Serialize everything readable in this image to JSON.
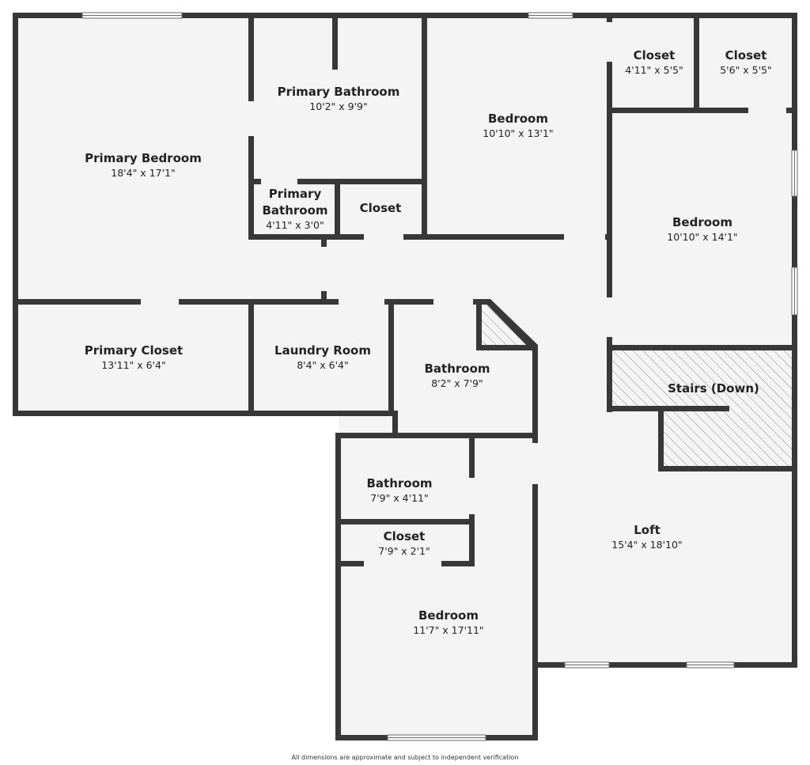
{
  "colors": {
    "wall": "#383838",
    "floor": "#f4f4f4",
    "hatch": "#8a8a8a",
    "text": "#222222"
  },
  "rooms": {
    "primary_bedroom": {
      "name": "Primary Bedroom",
      "dims": "18'4\" x 17'1\""
    },
    "primary_bathroom": {
      "name": "Primary Bathroom",
      "dims": "10'2\" x 9'9\""
    },
    "primary_bathroom_small": {
      "name_line1": "Primary",
      "name_line2": "Bathroom",
      "dims": "4'11\" x 3'0\""
    },
    "closet_pb": {
      "name": "Closet"
    },
    "bedroom_top": {
      "name": "Bedroom",
      "dims": "10'10\" x 13'1\""
    },
    "closet_1": {
      "name": "Closet",
      "dims": "4'11\" x 5'5\""
    },
    "closet_2": {
      "name": "Closet",
      "dims": "5'6\" x 5'5\""
    },
    "bedroom_right": {
      "name": "Bedroom",
      "dims": "10'10\" x 14'1\""
    },
    "primary_closet": {
      "name": "Primary Closet",
      "dims": "13'11\" x 6'4\""
    },
    "laundry_room": {
      "name": "Laundry Room",
      "dims": "8'4\" x 6'4\""
    },
    "bathroom_center": {
      "name": "Bathroom",
      "dims": "8'2\" x 7'9\""
    },
    "stairs": {
      "name": "Stairs (Down)"
    },
    "bathroom_lower": {
      "name": "Bathroom",
      "dims": "7'9\" x 4'11\""
    },
    "closet_lower": {
      "name": "Closet",
      "dims": "7'9\" x 2'1\""
    },
    "loft": {
      "name": "Loft",
      "dims": "15'4\" x 18'10\""
    },
    "bedroom_bottom": {
      "name": "Bedroom",
      "dims": "11'7\" x 17'11\""
    }
  },
  "footer": {
    "note": "All dimensions are approximate and subject to independent verification"
  }
}
